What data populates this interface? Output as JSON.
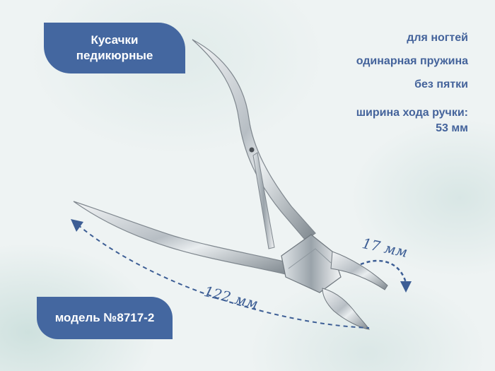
{
  "product": {
    "title_line1": "Кусачки",
    "title_line2": "педикюрные",
    "model": "модель №8717-2"
  },
  "features": [
    "для ногтей",
    "одинарная пружина",
    "без пятки",
    "ширина хода ручки:",
    "53 мм"
  ],
  "dimensions": {
    "length": "122 мм",
    "jaw_opening": "17 мм"
  },
  "colors": {
    "accent": "#4467a0",
    "text_blue": "#44639b",
    "background": "#eef3f3"
  }
}
